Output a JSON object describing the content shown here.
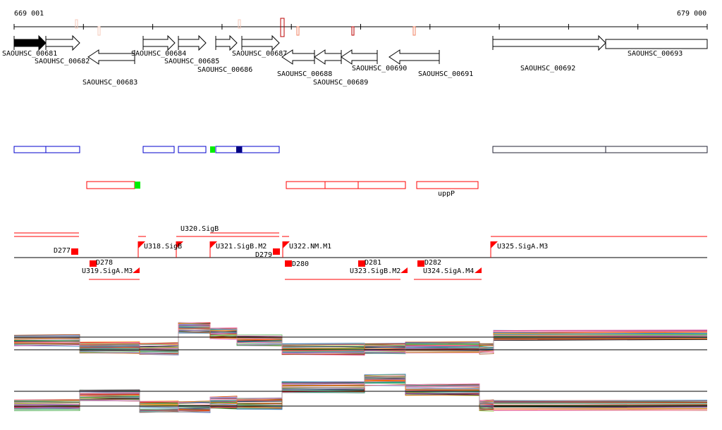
{
  "ruler": {
    "start_label": "669 001",
    "end_label": "679 000"
  },
  "genes": [
    {
      "name": "SAOUHSC_00681"
    },
    {
      "name": "SAOUHSC_00682"
    },
    {
      "name": "SAOUHSC_00683"
    },
    {
      "name": "SAOUHSC_00684"
    },
    {
      "name": "SAOUHSC_00685"
    },
    {
      "name": "SAOUHSC_00686"
    },
    {
      "name": "SAOUHSC_00687"
    },
    {
      "name": "SAOUHSC_00688"
    },
    {
      "name": "SAOUHSC_00689"
    },
    {
      "name": "SAOUHSC_00690"
    },
    {
      "name": "SAOUHSC_00691"
    },
    {
      "name": "SAOUHSC_00692"
    },
    {
      "name": "SAOUHSC_00693"
    }
  ],
  "annotation_track": {
    "gene_label": "uppP"
  },
  "transcription_units": {
    "up": [
      {
        "label": "D277"
      },
      {
        "label": "U318.SigB"
      },
      {
        "label": "U320.SigB"
      },
      {
        "label": "U321.SigB.M2"
      },
      {
        "label": "D279"
      },
      {
        "label": "U322.NM.M1"
      },
      {
        "label": "U325.SigA.M3"
      }
    ],
    "down": [
      {
        "label": "D278"
      },
      {
        "label": "U319.SigA.M3"
      },
      {
        "label": "D280"
      },
      {
        "label": "D281"
      },
      {
        "label": "U323.SigB.M2"
      },
      {
        "label": "D282"
      },
      {
        "label": "U324.SigA.M4"
      }
    ]
  },
  "colors": {
    "forward_box": "#0000cc",
    "reverse_box": "#ff0000",
    "highlight": "#00ee00",
    "navy": "#000080"
  }
}
